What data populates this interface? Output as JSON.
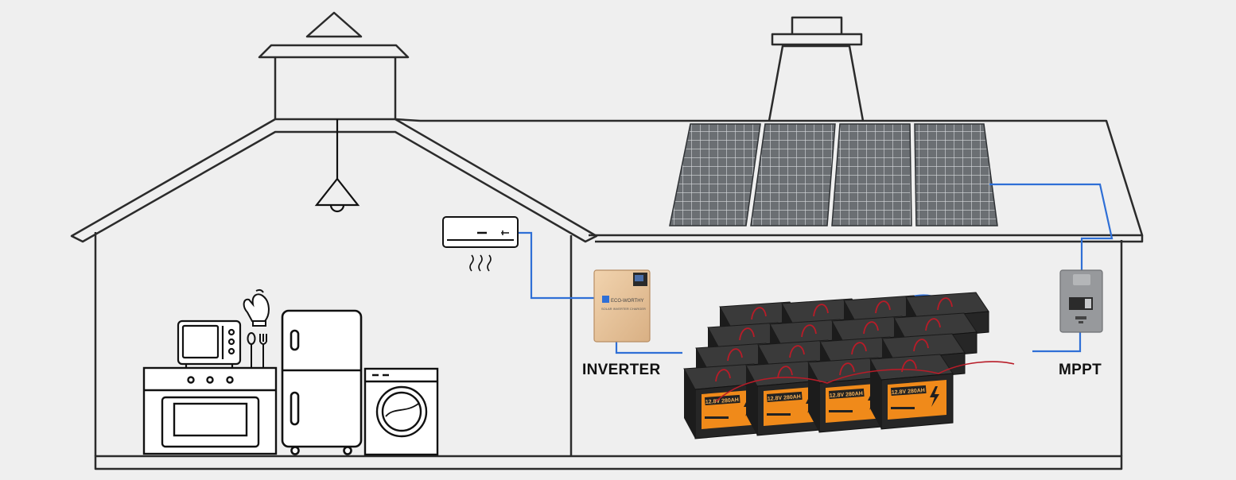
{
  "labels": {
    "inverter": "INVERTER",
    "mppt": "MPPT"
  },
  "battery": {
    "label_text": "12.8V 280AH"
  },
  "inverter_brand": {
    "name": "ECO-WORTHY",
    "subtitle": "SOLAR INVERTER CHARGER"
  },
  "colors": {
    "outline": "#2b2b2b",
    "wire_blue": "#2f6fd6",
    "wire_red": "#b81c28",
    "battery_orange": "#f08a1a",
    "battery_body": "#262626",
    "panel_cells": "#6b6f73",
    "inverter_body": "#e9c79f",
    "mppt_body": "#8f9194",
    "background": "#efefef"
  },
  "icons": [
    "ceiling-lamp-icon",
    "air-conditioner-icon",
    "microwave-icon",
    "oven-mitt-icon",
    "utensils-icon",
    "stove-oven-icon",
    "refrigerator-icon",
    "washing-machine-icon"
  ]
}
